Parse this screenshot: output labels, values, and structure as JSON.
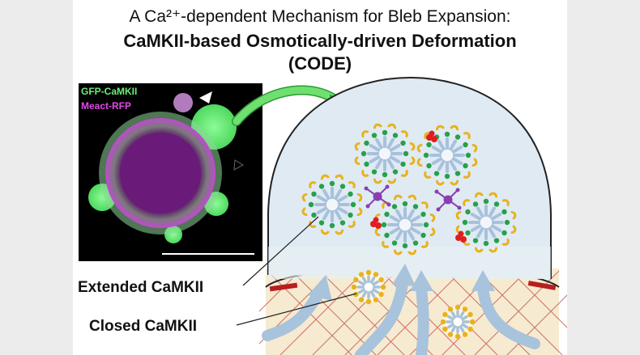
{
  "title": {
    "line1": "A Ca²⁺-dependent Mechanism for Bleb Expansion:",
    "line2": "CaMKII-based Osmotically-driven Deformation",
    "line3": "(CODE)"
  },
  "micrograph": {
    "label_green": "GFP-CaMKII",
    "label_magenta": "Meact-RFP"
  },
  "callouts": {
    "extended": "Extended CaMKII",
    "closed": "Closed CaMKII"
  },
  "colors": {
    "background_side": "#ececec",
    "bleb_fill": "#dfeaf3",
    "cytoplasm": "#f6ead0",
    "actin_mesh": "#c25050",
    "membrane_marker": "#b81e1e",
    "flow_arrow": "#a8c3dc",
    "curved_arrow": "#5ecf60",
    "camkii_core": "#a7c1dc",
    "camkii_green": "#27a04a",
    "camkii_gold": "#e8b21e",
    "calmodulin_purple": "#8a3fb0",
    "calcium_red": "#e01e1e",
    "gfp_green": "#6bf07a",
    "rfp_magenta": "#8a2aa0"
  }
}
